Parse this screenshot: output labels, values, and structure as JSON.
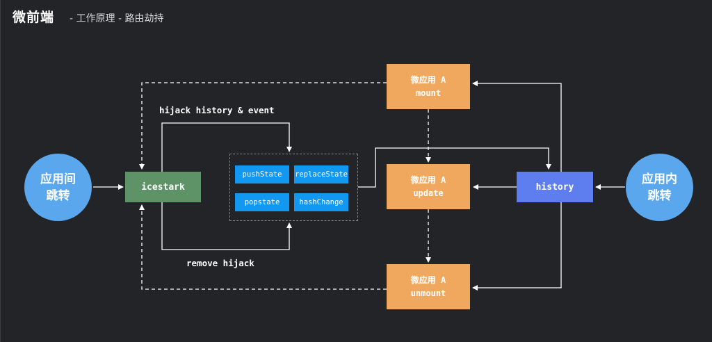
{
  "header": {
    "title": "微前端",
    "subtitle": "- 工作原理 - 路由劫持"
  },
  "nodes": {
    "cross_app_jump": [
      "应用间",
      "跳转"
    ],
    "in_app_jump": [
      "应用内",
      "跳转"
    ],
    "icestark": "icestark",
    "history": "history",
    "mount": [
      "微应用 A",
      "mount"
    ],
    "update": [
      "微应用 A",
      "update"
    ],
    "unmount": [
      "微应用 A",
      "unmount"
    ]
  },
  "events": {
    "push_state": "pushState",
    "replace_state": "replaceState",
    "popstate": "popstate",
    "hash_change": "hashChange"
  },
  "edge_labels": {
    "hijack": "hijack history & event",
    "remove": "remove hijack"
  },
  "colors": {
    "background": "#232427",
    "circle": "#5aa7ee",
    "micro_app": "#f0a85e",
    "icestark": "#5d9366",
    "history": "#5e7ef0",
    "event": "#1398f2"
  }
}
